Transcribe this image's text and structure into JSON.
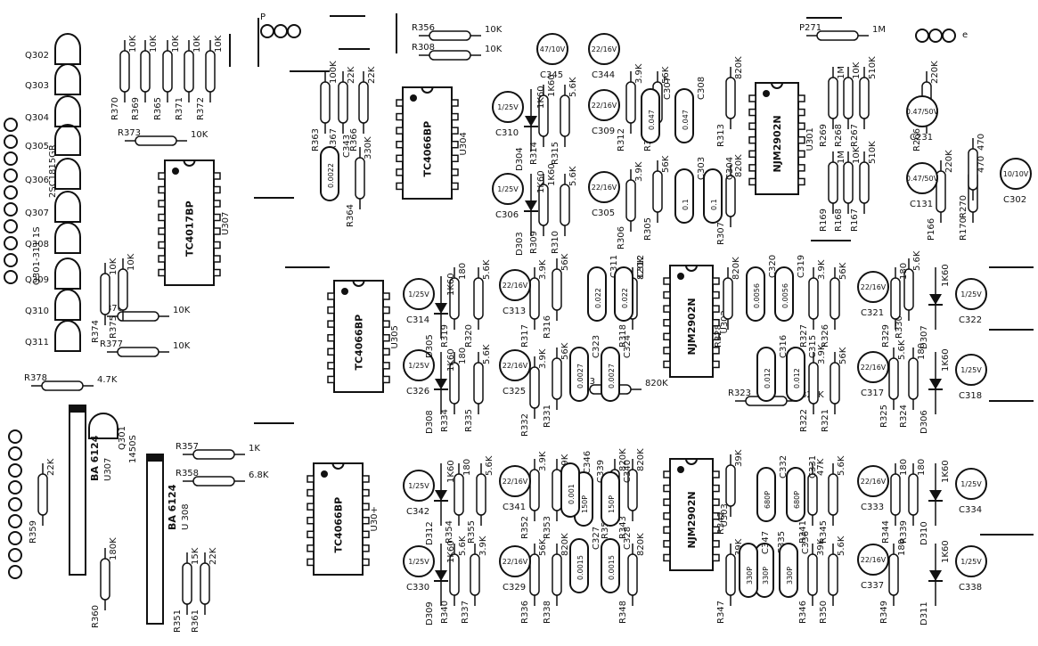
{
  "transistors": [
    {
      "label": "Q302"
    },
    {
      "label": "Q303"
    },
    {
      "label": "Q304"
    },
    {
      "label": "Q305"
    },
    {
      "label": "Q306"
    },
    {
      "label": "Q307"
    },
    {
      "label": "Q308"
    },
    {
      "label": "Q309"
    },
    {
      "label": "Q310"
    },
    {
      "label": "Q311"
    }
  ],
  "side_text": {
    "part_range": "Q301-311 1S",
    "type": "2SC1815GR",
    "q301": "Q301",
    "q301_type": "1450S"
  },
  "ics": [
    {
      "id": "u307",
      "ref": "U307",
      "part": "TC4017BP",
      "pins": 8
    },
    {
      "id": "u304",
      "ref": "U304",
      "part": "TC4066BP",
      "pins": 7
    },
    {
      "id": "u305",
      "ref": "U305",
      "part": "TC4066BP",
      "pins": 7
    },
    {
      "id": "u30x",
      "ref": "U30+",
      "part": "TC4066BP",
      "pins": 7
    },
    {
      "id": "u301",
      "ref": "U301",
      "part": "NJM2902N",
      "pins": 7
    },
    {
      "id": "u302",
      "ref": "U302",
      "part": "NJM2902N",
      "pins": 7
    },
    {
      "id": "u303",
      "ref": "U303",
      "part": "NJM2902N",
      "pins": 7
    }
  ],
  "sips": [
    {
      "id": "u307b",
      "ref": "U307",
      "part": "BA 6124"
    },
    {
      "id": "u308",
      "ref": "U 308",
      "part": "BA 6124"
    }
  ],
  "resistors": [
    {
      "ref": "R356",
      "value": "10K"
    },
    {
      "ref": "R308",
      "value": "10K"
    },
    {
      "ref": "P271",
      "value": "1M"
    },
    {
      "ref": "R373",
      "value": "10K"
    },
    {
      "ref": "R376",
      "value": "10K"
    },
    {
      "ref": "R377",
      "value": "10K"
    },
    {
      "ref": "R378",
      "value": "4.7K"
    },
    {
      "ref": "R357",
      "value": "1K"
    },
    {
      "ref": "R358",
      "value": "6.8K"
    },
    {
      "ref": "R333",
      "value": "820K"
    },
    {
      "ref": "R323",
      "value": "820K"
    }
  ],
  "vertical_resistors": [
    {
      "ref": "R370",
      "value": "10K"
    },
    {
      "ref": "R369",
      "value": "10K"
    },
    {
      "ref": "R365",
      "value": "10K"
    },
    {
      "ref": "R371",
      "value": "10K"
    },
    {
      "ref": "R372",
      "value": "10K"
    },
    {
      "ref": "R363",
      "value": "100K"
    },
    {
      "ref": "R367",
      "value": "22K"
    },
    {
      "ref": "R366",
      "value": "22K"
    },
    {
      "ref": "R364",
      "value": "330K"
    },
    {
      "ref": "R314",
      "value": "1K60"
    },
    {
      "ref": "R315",
      "value": "5.6K"
    },
    {
      "ref": "R312",
      "value": "3.9K"
    },
    {
      "ref": "R311",
      "value": "56K"
    },
    {
      "ref": "R313",
      "value": "820K"
    },
    {
      "ref": "R309",
      "value": "1K60"
    },
    {
      "ref": "R310",
      "value": "5.6K"
    },
    {
      "ref": "R306",
      "value": "3.9K"
    },
    {
      "ref": "R305",
      "value": "56K"
    },
    {
      "ref": "R307",
      "value": "820K"
    },
    {
      "ref": "R269",
      "value": "1M"
    },
    {
      "ref": "R268",
      "value": "10K"
    },
    {
      "ref": "R267",
      "value": "510K"
    },
    {
      "ref": "R266",
      "value": "220K"
    },
    {
      "ref": "R169",
      "value": "1M"
    },
    {
      "ref": "R168",
      "value": "10K"
    },
    {
      "ref": "R167",
      "value": "510K"
    },
    {
      "ref": "P166",
      "value": "220K"
    },
    {
      "ref": "R170",
      "value": "470"
    },
    {
      "ref": "R270",
      "value": "470"
    },
    {
      "ref": "R374",
      "value": "10K"
    },
    {
      "ref": "R375",
      "value": "10K"
    },
    {
      "ref": "R319",
      "value": "180"
    },
    {
      "ref": "R320",
      "value": "5.6K"
    },
    {
      "ref": "R317",
      "value": "3.9K"
    },
    {
      "ref": "R316",
      "value": "56K"
    },
    {
      "ref": "R318",
      "value": "820K"
    },
    {
      "ref": "R328",
      "value": "820K"
    },
    {
      "ref": "R327",
      "value": "3.9K"
    },
    {
      "ref": "R326",
      "value": "56K"
    },
    {
      "ref": "R330",
      "value": "5.6K"
    },
    {
      "ref": "R329",
      "value": "180"
    },
    {
      "ref": "R334",
      "value": "180"
    },
    {
      "ref": "R335",
      "value": "5.6K"
    },
    {
      "ref": "R332",
      "value": "3.9K"
    },
    {
      "ref": "R331",
      "value": "56K"
    },
    {
      "ref": "R322",
      "value": "3.9K"
    },
    {
      "ref": "R321",
      "value": "56K"
    },
    {
      "ref": "R325",
      "value": "5.6K"
    },
    {
      "ref": "R324",
      "value": "180"
    },
    {
      "ref": "R359",
      "value": "22K"
    },
    {
      "ref": "R360",
      "value": "180K"
    },
    {
      "ref": "R351",
      "value": "15K"
    },
    {
      "ref": "R361",
      "value": "22K"
    },
    {
      "ref": "R354",
      "value": "180"
    },
    {
      "ref": "R355",
      "value": "5.6K"
    },
    {
      "ref": "R352",
      "value": "3.9K"
    },
    {
      "ref": "R353",
      "value": "39K"
    },
    {
      "ref": "R353",
      "value": "820K"
    },
    {
      "ref": "R343",
      "value": "820K"
    },
    {
      "ref": "R342",
      "value": "39K"
    },
    {
      "ref": "R341",
      "value": "47K"
    },
    {
      "ref": "R345",
      "value": "5.6K"
    },
    {
      "ref": "R344",
      "value": "180"
    },
    {
      "ref": "R339",
      "value": "180"
    },
    {
      "ref": "R340",
      "value": "5.6K"
    },
    {
      "ref": "R337",
      "value": "3.9K"
    },
    {
      "ref": "R336",
      "value": "56K"
    },
    {
      "ref": "R338",
      "value": "820K"
    },
    {
      "ref": "R348",
      "value": "820K"
    },
    {
      "ref": "R347",
      "value": "39K"
    },
    {
      "ref": "R346",
      "value": "39K"
    },
    {
      "ref": "R350",
      "value": "5.6K"
    },
    {
      "ref": "R349",
      "value": "180"
    }
  ],
  "electrolytic_caps": [
    {
      "ref": "C345",
      "value": "47/10V"
    },
    {
      "ref": "C344",
      "value": "22/16V"
    },
    {
      "ref": "C310",
      "value": "1/25V"
    },
    {
      "ref": "C309",
      "value": "22/16V"
    },
    {
      "ref": "C306",
      "value": "1/25V"
    },
    {
      "ref": "C305",
      "value": "22/16V"
    },
    {
      "ref": "C231",
      "value": "0.47/50V"
    },
    {
      "ref": "C131",
      "value": "0.47/50V"
    },
    {
      "ref": "C302",
      "value": "10/10V"
    },
    {
      "ref": "C314",
      "value": "1/25V"
    },
    {
      "ref": "C313",
      "value": "22/16V"
    },
    {
      "ref": "C321",
      "value": "22/16V"
    },
    {
      "ref": "C322",
      "value": "1/25V"
    },
    {
      "ref": "C326",
      "value": "1/25V"
    },
    {
      "ref": "C325",
      "value": "22/16V"
    },
    {
      "ref": "C317",
      "value": "22/16V"
    },
    {
      "ref": "C318",
      "value": "1/25V"
    },
    {
      "ref": "C342",
      "value": "1/25V"
    },
    {
      "ref": "C341",
      "value": "22/16V"
    },
    {
      "ref": "C333",
      "value": "22/16V"
    },
    {
      "ref": "C334",
      "value": "1/25V"
    },
    {
      "ref": "C330",
      "value": "1/25V"
    },
    {
      "ref": "C329",
      "value": "22/16V"
    },
    {
      "ref": "C337",
      "value": "22/16V"
    },
    {
      "ref": "C338",
      "value": "1/25V"
    }
  ],
  "film_caps": [
    {
      "ref": "C343",
      "value": "0.0022"
    },
    {
      "ref": "C307",
      "value": "0.047"
    },
    {
      "ref": "C308",
      "value": "0.047"
    },
    {
      "ref": "C303",
      "value": "0.1"
    },
    {
      "ref": "C304",
      "value": "0.1"
    },
    {
      "ref": "C311",
      "value": "0.022"
    },
    {
      "ref": "C312",
      "value": "0.022"
    },
    {
      "ref": "C320",
      "value": "0.0056"
    },
    {
      "ref": "C319",
      "value": "0.0056"
    },
    {
      "ref": "C323",
      "value": "0.0027"
    },
    {
      "ref": "C324",
      "value": "0.0027"
    },
    {
      "ref": "C316",
      "value": "0.012"
    },
    {
      "ref": "C315",
      "value": "0.012"
    },
    {
      "ref": "C327",
      "value": "0.0015"
    },
    {
      "ref": "C328",
      "value": "0.0015"
    },
    {
      "ref": "C339",
      "value": "150P"
    },
    {
      "ref": "C340",
      "value": "150P"
    },
    {
      "ref": "C332",
      "value": "680P"
    },
    {
      "ref": "C331",
      "value": "680P"
    },
    {
      "ref": "C335",
      "value": "330P"
    },
    {
      "ref": "C336",
      "value": "330P"
    },
    {
      "ref": "C346",
      "value": "0.001"
    },
    {
      "ref": "C347",
      "value": "330P"
    }
  ],
  "diodes": [
    {
      "ref": "D304",
      "value": "1K60"
    },
    {
      "ref": "D303",
      "value": "1K60"
    },
    {
      "ref": "D305",
      "value": "1K60"
    },
    {
      "ref": "D307",
      "value": "1K60"
    },
    {
      "ref": "D308",
      "value": "1K60"
    },
    {
      "ref": "D306",
      "value": "1K60"
    },
    {
      "ref": "D312",
      "value": "1K60"
    },
    {
      "ref": "D310",
      "value": "1K60"
    },
    {
      "ref": "D309",
      "value": "1K60"
    },
    {
      "ref": "D311",
      "value": "1K60"
    }
  ],
  "connector_labels": {
    "p": "P",
    "e": "e"
  }
}
